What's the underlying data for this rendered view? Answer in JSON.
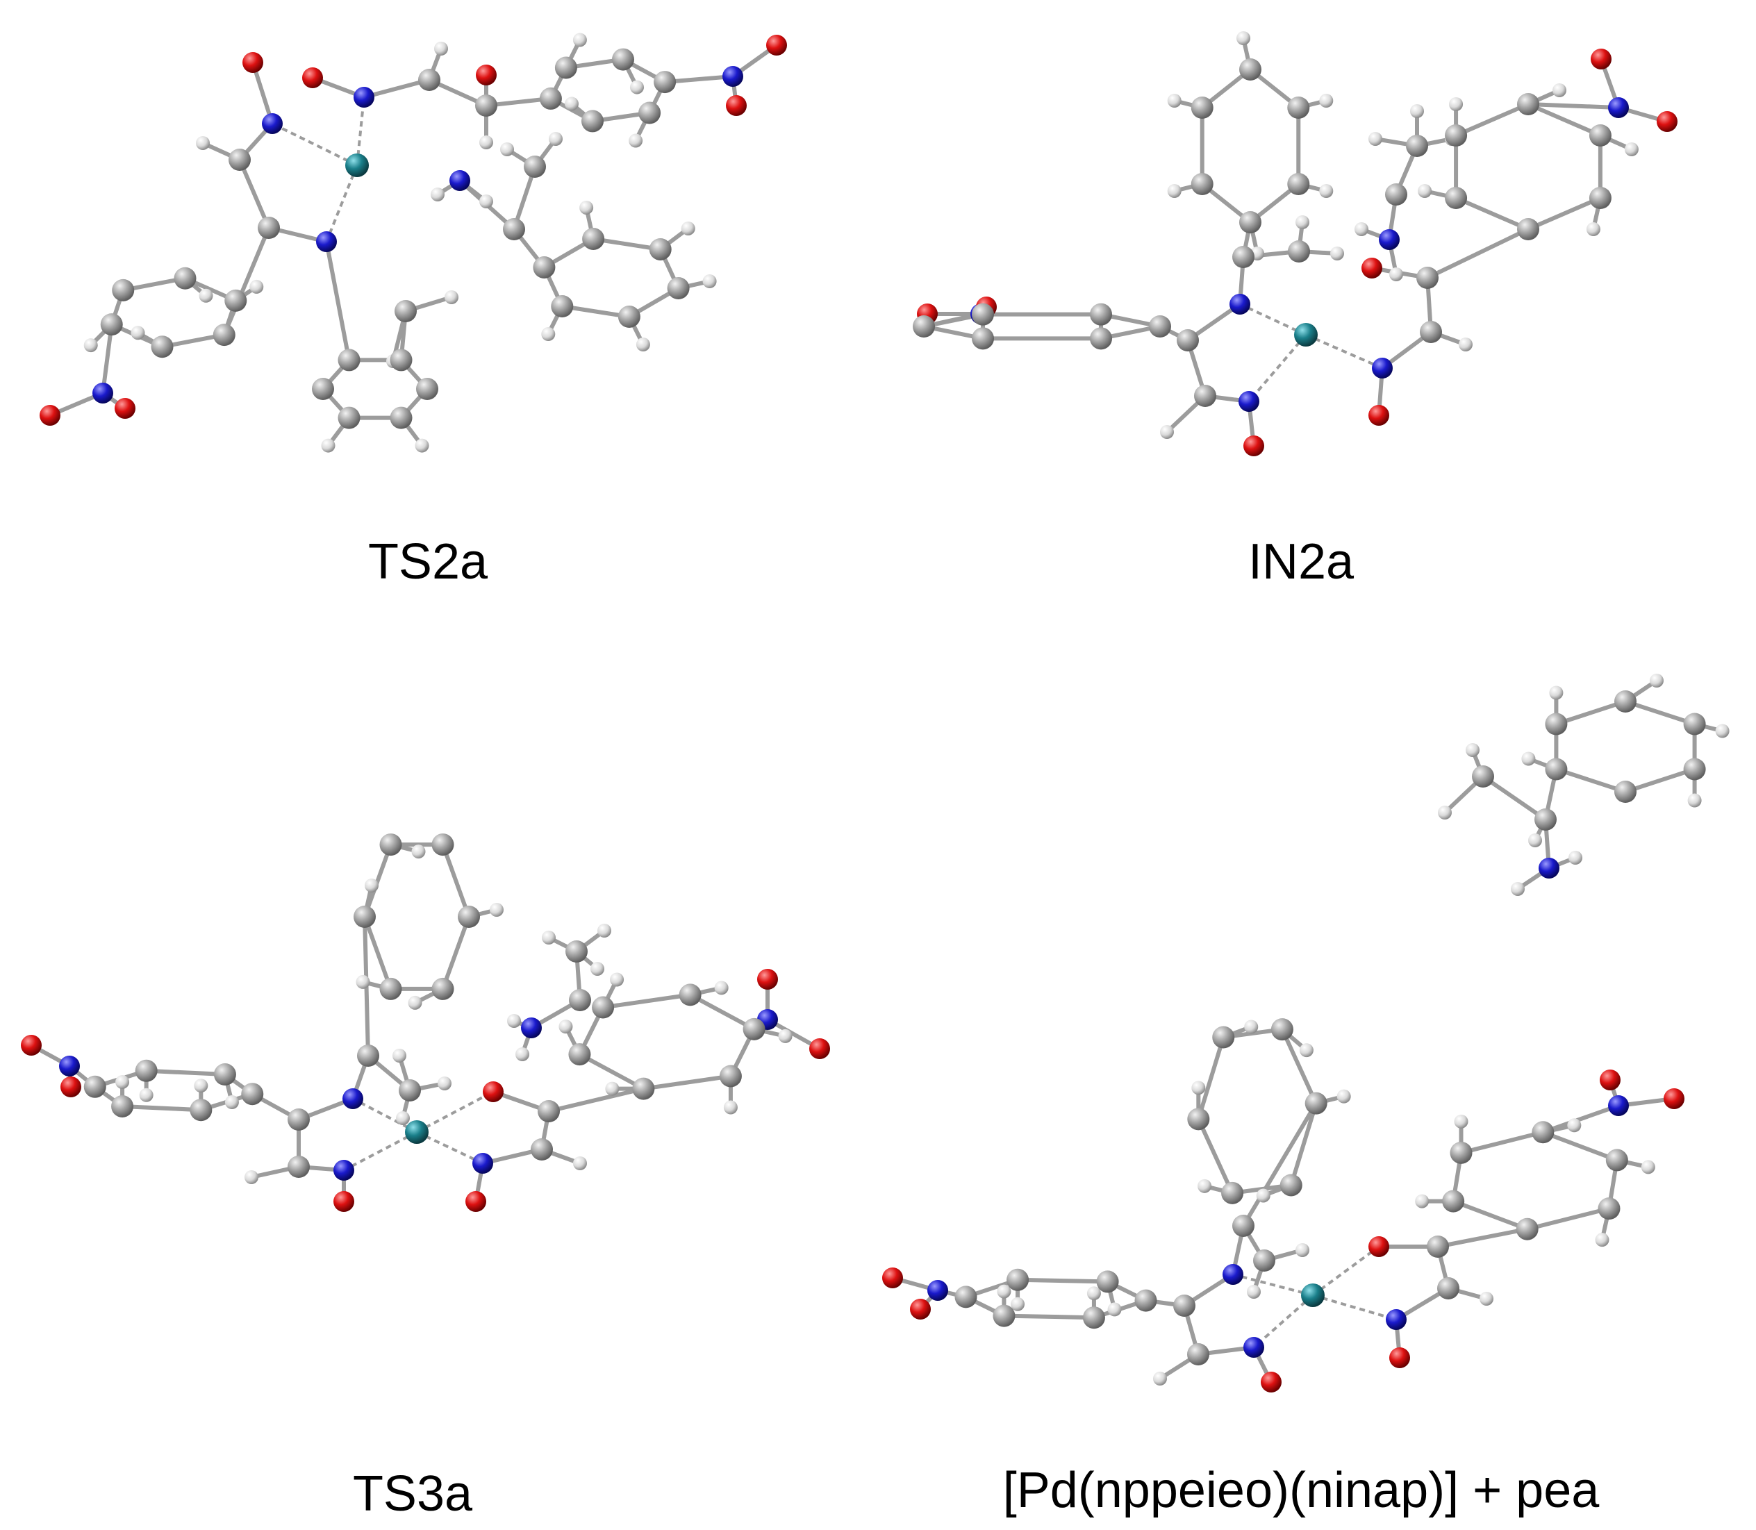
{
  "labels": {
    "ts2a": "TS2a",
    "in2a": "IN2a",
    "ts3a": "TS3a",
    "product": "[Pd(nppeieo)(ninap)] + pea"
  },
  "atom_colors": {
    "carbon": "#9a9a9a",
    "hydrogen": "#e2e2e2",
    "nitrogen": "#1a1acc",
    "oxygen": "#dd1111",
    "palladium": "#1a7f8a"
  }
}
